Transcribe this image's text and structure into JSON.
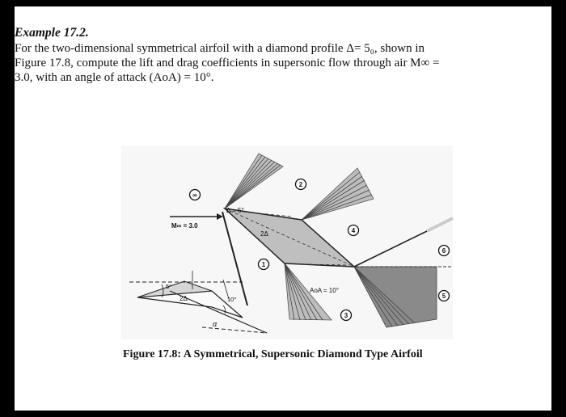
{
  "example": {
    "title": "Example 17.2.",
    "lines": [
      "For the two-dimensional symmetrical airfoil with a diamond profile Δ= 5₀, shown in",
      "Figure 17.8, compute the lift and drag coefficients in supersonic flow through air M∞ =",
      "3.0, with an angle of attack (AoA) = 10°."
    ]
  },
  "figure": {
    "labels": {
      "mach": "M∞ = 3.0",
      "delta": "Δ = 5°",
      "two_delta_upper": "2Δ",
      "two_delta_lower": "2Δ",
      "five_deg": "5°",
      "ten_deg": "10°",
      "aoa": "AoA = 10°",
      "alpha": "α"
    },
    "regions": [
      "∞",
      "1",
      "2",
      "3",
      "4",
      "5",
      "6"
    ],
    "caption": "Figure 17.8: A Symmetrical, Supersonic Diamond Type Airfoil"
  }
}
